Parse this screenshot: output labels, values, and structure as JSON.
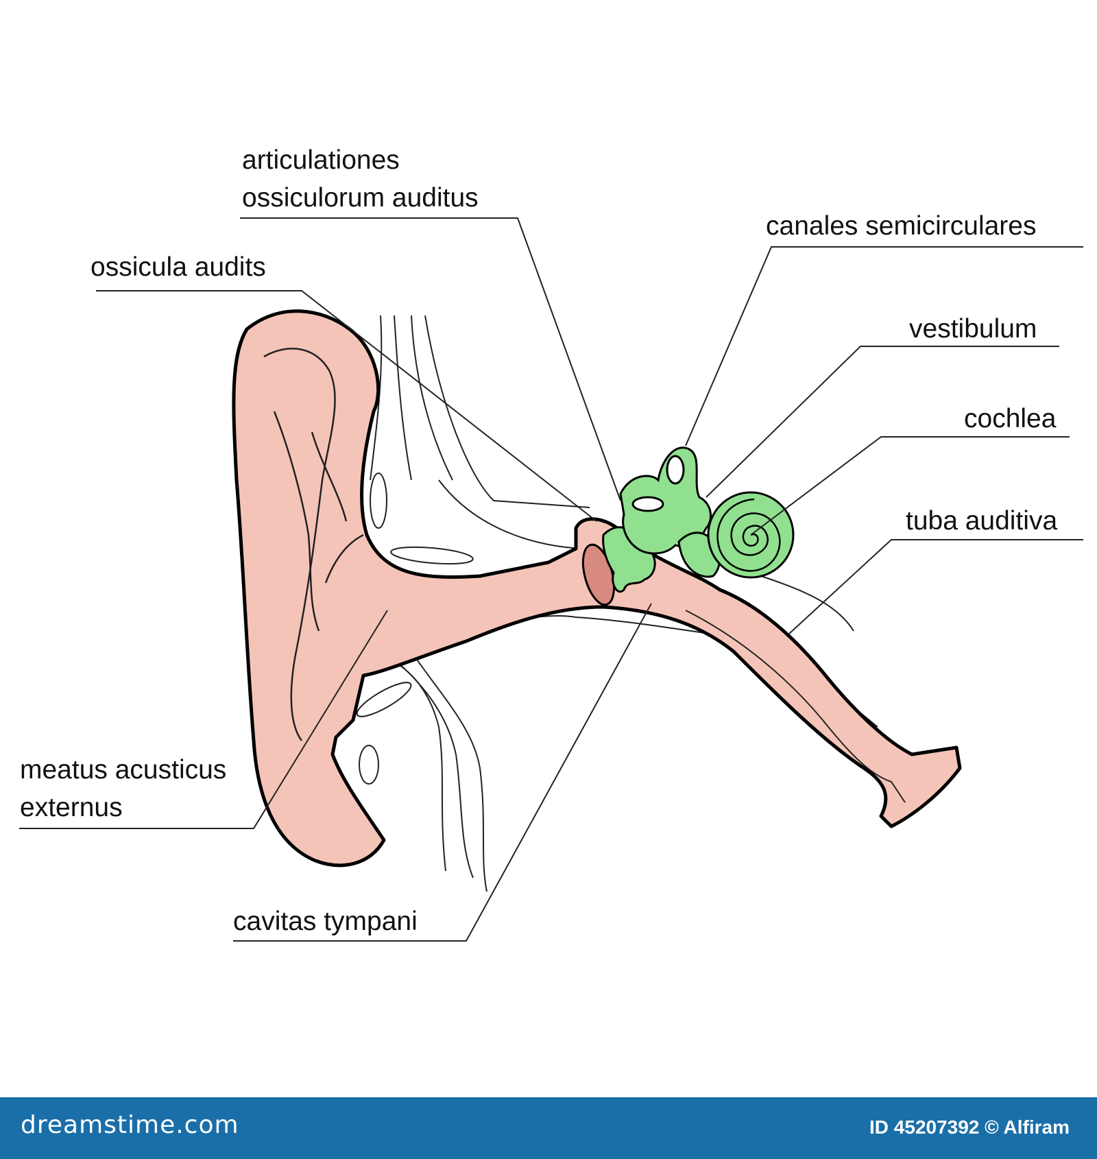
{
  "labels": {
    "articulationes_line1": "articulationes",
    "articulationes_line2": "ossiculorum auditus",
    "ossicula": "ossicula audits",
    "canales": "canales semicirculares",
    "vestibulum": "vestibulum",
    "cochlea": "cochlea",
    "tuba": "tuba auditiva",
    "meatus_line1": "meatus acusticus",
    "meatus_line2": "externus",
    "cavitas": "cavitas tympani"
  },
  "footer": {
    "logo": "dreamstime.com",
    "credit": "ID 45207392 © Alfiram"
  },
  "colors": {
    "outer_ear": "#f5c4b8",
    "inner_ear": "#90e090",
    "eardrum": "#d98a80",
    "footer_bg": "#1a6fa8"
  }
}
